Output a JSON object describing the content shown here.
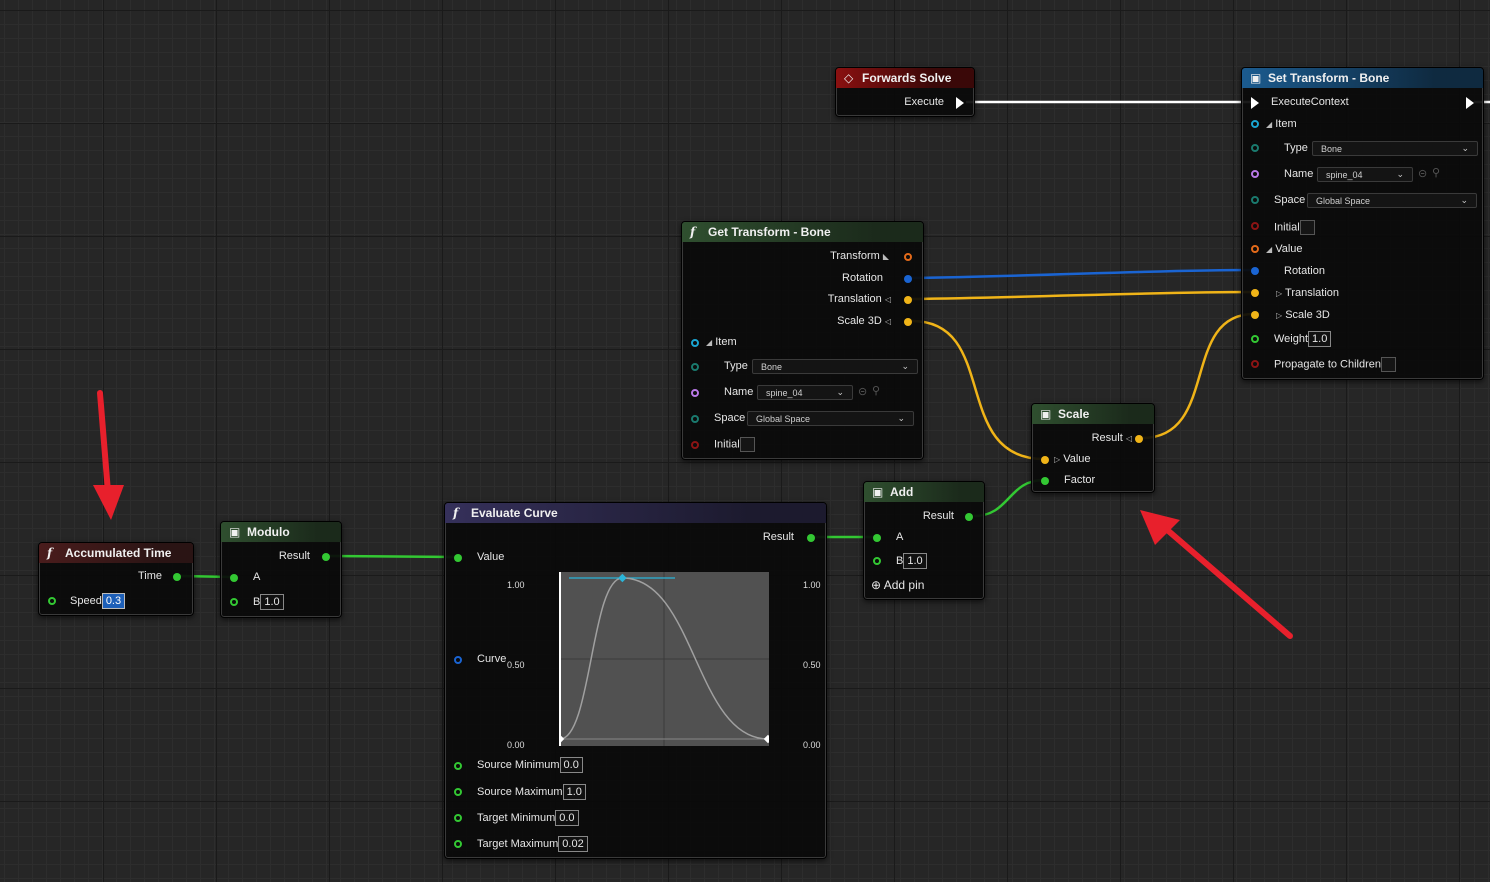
{
  "colors": {
    "exec": "#ffffff",
    "float": "#33c833",
    "vector": "#f0b418",
    "quat": "#1a64d2",
    "transform": "#e36a1a",
    "struct": "#1aa5d2",
    "name": "#b878e6",
    "bool": "#8c1414",
    "enum": "#1a7a6e",
    "annotation": "#e8202c"
  },
  "forwards_solve": {
    "title": "Forwards Solve",
    "icon": "diamond-event-icon",
    "execute_label": "Execute"
  },
  "set_transform": {
    "title": "Set Transform - Bone",
    "icon": "function-node-icon",
    "execute_context": "ExecuteContext",
    "item_label": "Item",
    "type_label": "Type",
    "type_value": "Bone",
    "name_label": "Name",
    "name_value": "spine_04",
    "space_label": "Space",
    "space_value": "Global Space",
    "initial_label": "Initial",
    "value_label": "Value",
    "rotation_label": "Rotation",
    "translation_label": "Translation",
    "scale_label": "Scale 3D",
    "weight_label": "Weight",
    "weight_value": "1.0",
    "propagate_label": "Propagate to Children"
  },
  "get_transform": {
    "title": "Get Transform - Bone",
    "icon": "f-function-icon",
    "transform_label": "Transform",
    "rotation_label": "Rotation",
    "translation_label": "Translation",
    "scale_label": "Scale 3D",
    "item_label": "Item",
    "type_label": "Type",
    "type_value": "Bone",
    "name_label": "Name",
    "name_value": "spine_04",
    "space_label": "Space",
    "space_value": "Global Space",
    "initial_label": "Initial"
  },
  "scale_node": {
    "title": "Scale",
    "result_label": "Result",
    "value_label": "Value",
    "factor_label": "Factor"
  },
  "add_node": {
    "title": "Add",
    "result_label": "Result",
    "a_label": "A",
    "b_label": "B",
    "b_value": "1.0",
    "add_pin_label": "Add pin"
  },
  "evaluate_curve": {
    "title": "Evaluate Curve",
    "value_label": "Value",
    "result_label": "Result",
    "curve_label": "Curve",
    "y_ticks": [
      "1.00",
      "0.50",
      "0.00"
    ],
    "source_min_label": "Source Minimum",
    "source_min_value": "0.0",
    "source_max_label": "Source Maximum",
    "source_max_value": "1.0",
    "target_min_label": "Target Minimum",
    "target_min_value": "0.0",
    "target_max_label": "Target Maximum",
    "target_max_value": "0.02",
    "curve_keys": [
      {
        "t": 0.0,
        "v": 0.0
      },
      {
        "t": 0.3,
        "v": 1.0
      },
      {
        "t": 1.0,
        "v": 0.0
      }
    ]
  },
  "modulo": {
    "title": "Modulo",
    "result_label": "Result",
    "a_label": "A",
    "b_label": "B",
    "b_value": "1.0"
  },
  "accumulated_time": {
    "title": "Accumulated Time",
    "time_label": "Time",
    "speed_label": "Speed",
    "speed_value": "0.3"
  }
}
